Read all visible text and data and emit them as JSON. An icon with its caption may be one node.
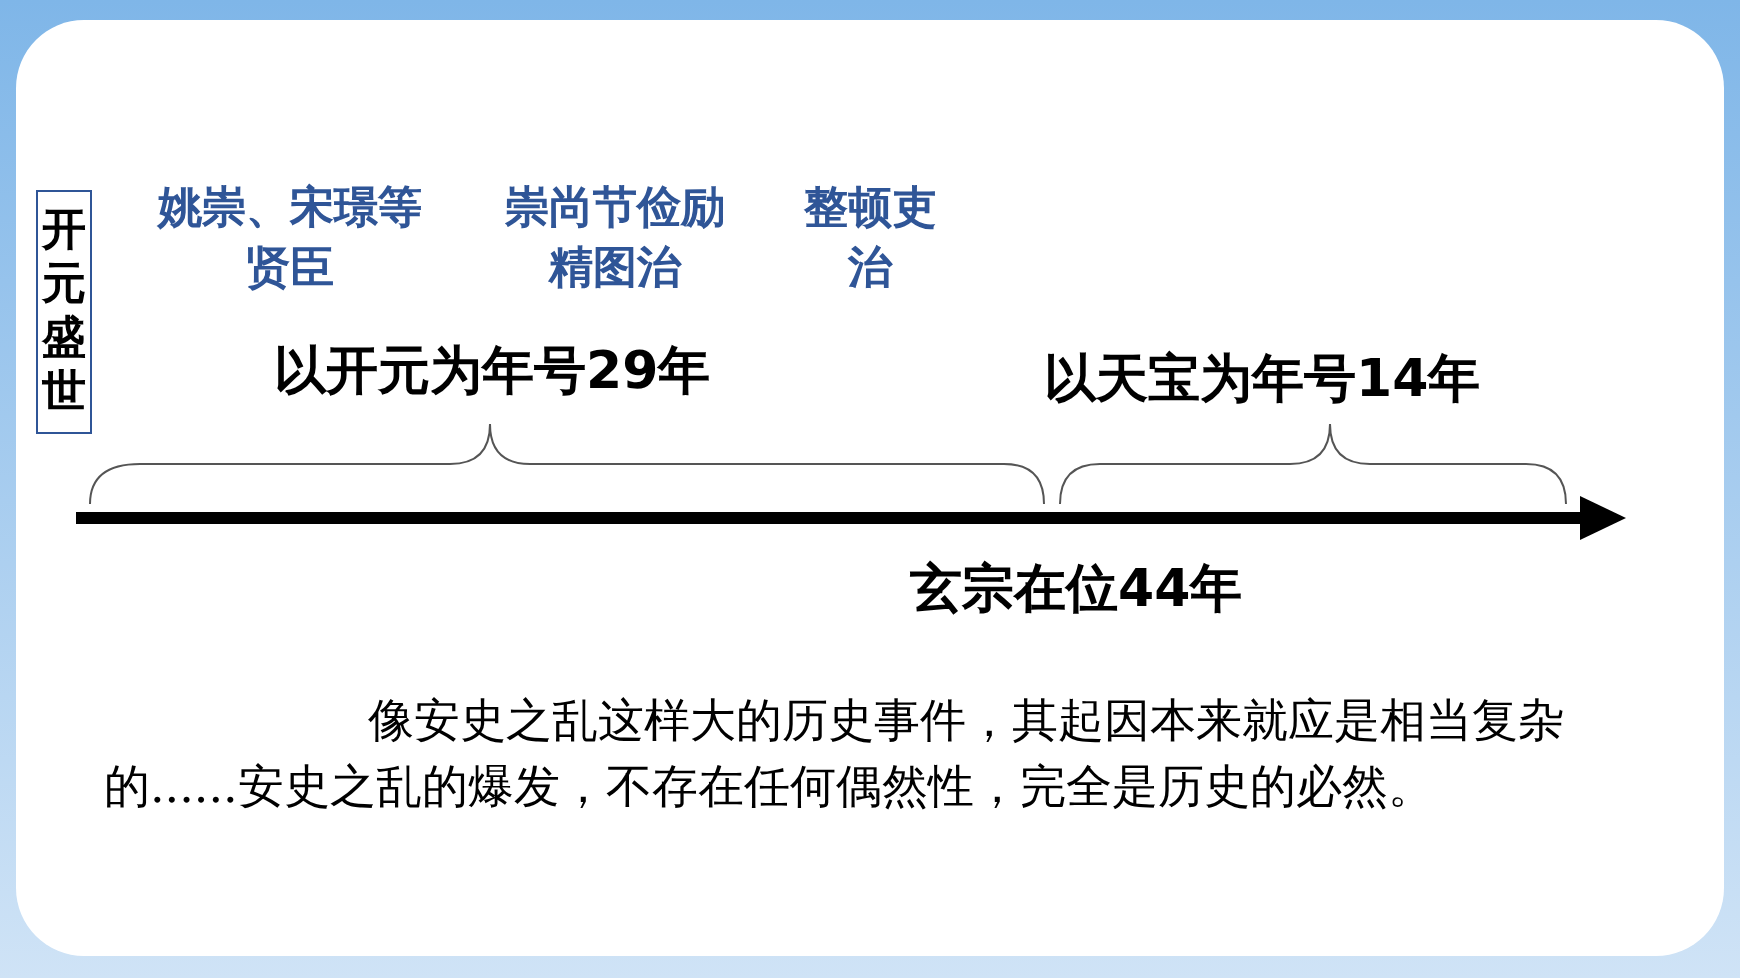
{
  "diagram": {
    "nodes": [
      {
        "text": [
          "开元盛世"
        ]
      }
    ],
    "labels": [
      "姚崇、宋璟等贤臣",
      "崇尚节俭励精图治",
      "整顿吏治",
      "以开元为年号29年",
      "以天宝为年号14年",
      "玄宗在位44年",
      "像安史之乱这样大的历史事件，其起因本来就应是相当复杂的......安史之乱的爆发，不存在任何偶然性，完全是历史的必然。"
    ]
  }
}
